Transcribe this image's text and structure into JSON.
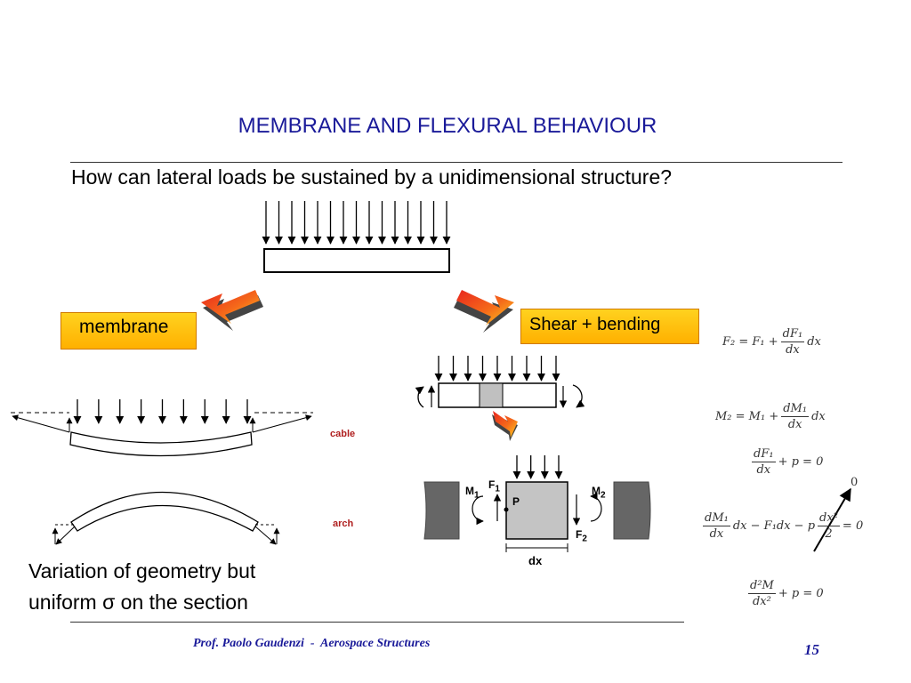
{
  "slide": {
    "title": "MEMBRANE AND FLEXURAL BEHAVIOUR",
    "question": "How can lateral loads be sustained by a unidimensional structure?",
    "tags": {
      "membrane": "membrane",
      "shear_bending": "Shear + bending"
    },
    "labels": {
      "cable": "cable",
      "arch": "arch",
      "m1": "M",
      "m1_sub": "1",
      "m2": "M",
      "m2_sub": "2",
      "f1": "F",
      "f1_sub": "1",
      "f2": "F",
      "f2_sub": "2",
      "p": "P",
      "dx": "dx",
      "zero": "0"
    },
    "caption": {
      "line1": "Variation of geometry but",
      "line2": "uniform σ on the section"
    },
    "footer": "Prof. Paolo Gaudenzi  -  Aerospace Structures",
    "page_number": "15"
  },
  "equations": {
    "eq1": {
      "lhs": "F₂ = F₁ +",
      "num": "dF₁",
      "den": "dx",
      "rhs": "dx"
    },
    "eq2": {
      "lhs": "M₂ = M₁ +",
      "num": "dM₁",
      "den": "dx",
      "rhs": "dx"
    },
    "eq3": {
      "num": "dF₁",
      "den": "dx",
      "rhs": "+ p = 0"
    },
    "eq4": {
      "num1": "dM₁",
      "den1": "dx",
      "mid": "dx − F₁dx − p",
      "num2": "dx²",
      "den2": "2",
      "rhs": "= 0"
    },
    "eq5": {
      "num": "d²M",
      "den": "dx²",
      "rhs": "+ p = 0"
    }
  },
  "colors": {
    "title": "#1a1a99",
    "tag_fill": "#ffc000",
    "arrow_red": "#e8261e",
    "arrow_yellow": "#ffd21f",
    "label_red": "#b02020"
  },
  "icons": [
    "red-yellow-arrow-left-icon",
    "red-yellow-arrow-right-icon",
    "red-yellow-arrow-small-icon"
  ]
}
